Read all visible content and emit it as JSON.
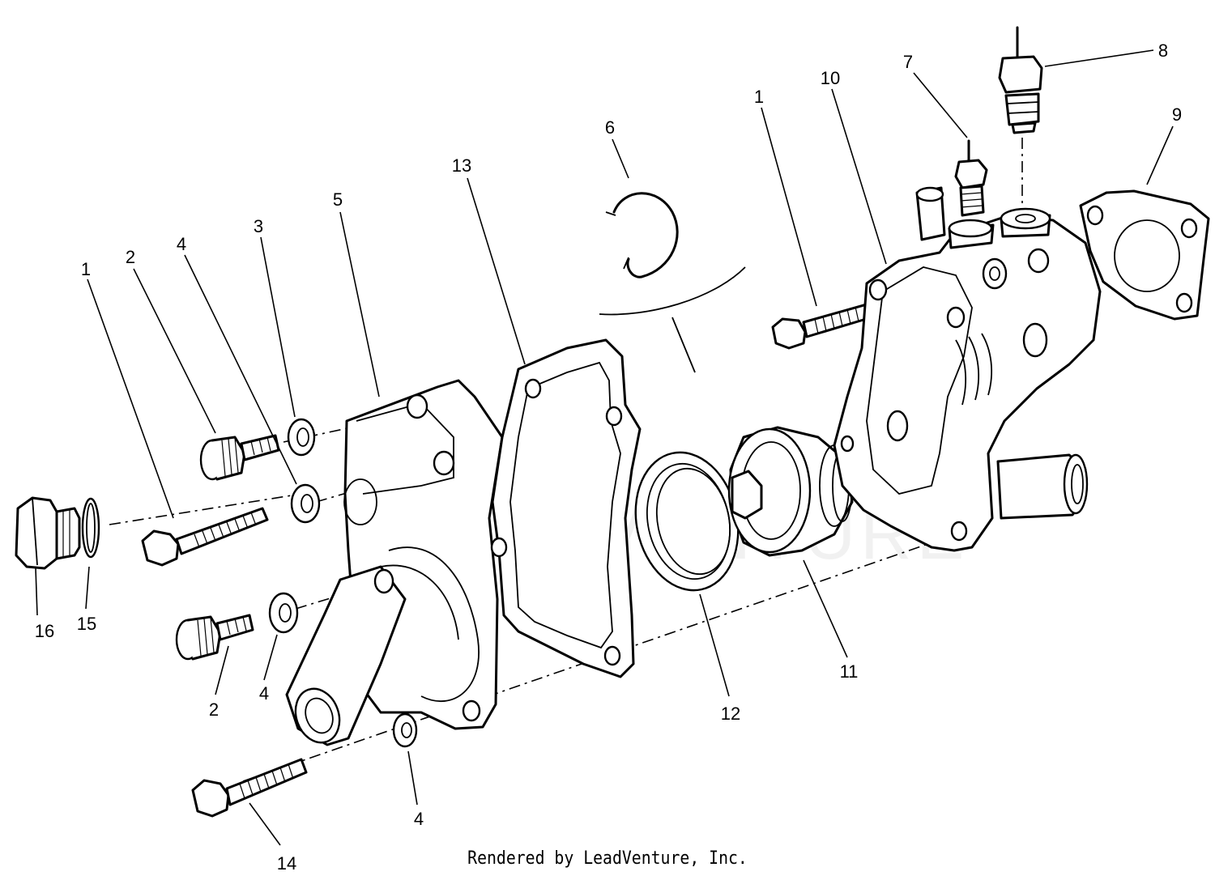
{
  "diagram": {
    "watermark": "LEADVENTURE",
    "credit": "Rendered by LeadVenture, Inc.",
    "callouts": [
      {
        "id": "c1a",
        "label": "1"
      },
      {
        "id": "c2a",
        "label": "2"
      },
      {
        "id": "c4a",
        "label": "4"
      },
      {
        "id": "c3",
        "label": "3"
      },
      {
        "id": "c5",
        "label": "5"
      },
      {
        "id": "c13",
        "label": "13"
      },
      {
        "id": "c6",
        "label": "6"
      },
      {
        "id": "c1b",
        "label": "1"
      },
      {
        "id": "c10",
        "label": "10"
      },
      {
        "id": "c7",
        "label": "7"
      },
      {
        "id": "c8",
        "label": "8"
      },
      {
        "id": "c9",
        "label": "9"
      },
      {
        "id": "c16",
        "label": "16"
      },
      {
        "id": "c15",
        "label": "15"
      },
      {
        "id": "c2b",
        "label": "2"
      },
      {
        "id": "c4b",
        "label": "4"
      },
      {
        "id": "c4c",
        "label": "4"
      },
      {
        "id": "c14",
        "label": "14"
      },
      {
        "id": "c12",
        "label": "12"
      },
      {
        "id": "c11",
        "label": "11"
      }
    ]
  }
}
